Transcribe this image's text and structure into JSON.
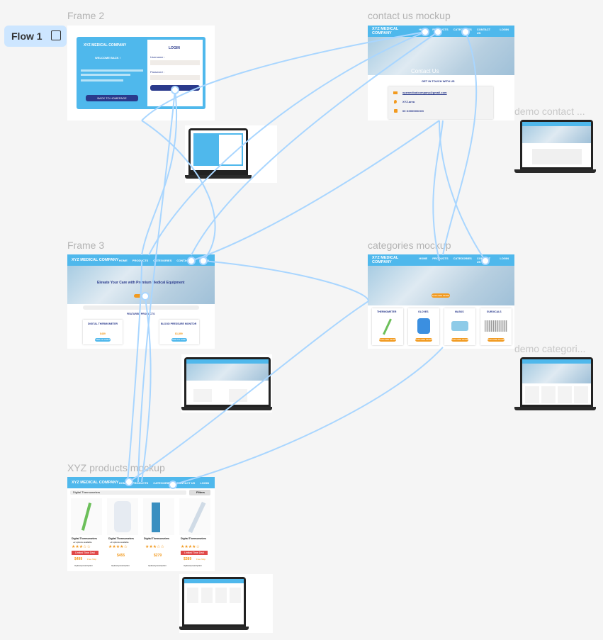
{
  "flow": {
    "label": "Flow 1"
  },
  "frames": {
    "frame2": {
      "label": "Frame 2",
      "company": "XYZ MEDICAL COMPANY",
      "welcome": "WELCOME BACK !",
      "login_title": "LOGIN",
      "username_label": "Username :",
      "password_label": "Password :",
      "back_button": "BACK TO HOMEPAGE"
    },
    "contact": {
      "label": "contact us mockup",
      "company": "XYZ MEDICAL COMPANY",
      "nav": [
        "HOME",
        "PRODUCTS",
        "CATEGORIES",
        "CONTACT US",
        "LOGIN"
      ],
      "hero_text": "Contact Us",
      "get_in_touch": "GET IN TOUCH WITH US",
      "email": "xyzmedicalcompany@gmail.com",
      "address": "XYZ.area",
      "phone": "00 XX00000XXX"
    },
    "demo_contact": {
      "label": "demo contact ..."
    },
    "frame3": {
      "label": "Frame 3",
      "company": "XYZ MEDICAL COMPANY",
      "nav": [
        "HOME",
        "PRODUCTS",
        "CATEGORIES",
        "CONTACT US",
        "LOGIN"
      ],
      "hero_title": "Elevate Your Care with Premium Medical Equipment",
      "featured": "FEATURED PRODUCTS",
      "products": [
        "DIGITAL THERMOMETER",
        "BLOOD PRESSURE MONITOR"
      ],
      "prices": [
        "$489",
        "$1,899"
      ],
      "add_to_cart": "ADD TO CART"
    },
    "categories": {
      "label": "categories mockup",
      "company": "XYZ MEDICAL COMPANY",
      "nav": [
        "HOME",
        "PRODUCTS",
        "CATEGORIES",
        "CONTACT US",
        "LOGIN"
      ],
      "items": [
        "THERMOMETER",
        "GLOVES",
        "MASKS",
        "SURGICALS"
      ],
      "explore": "EXPLORE MORE"
    },
    "demo_categories": {
      "label": "demo categori..."
    },
    "products": {
      "label": "XYZ products mockup",
      "company": "XYZ MEDICAL COMPANY",
      "nav": [
        "HOME",
        "PRODUCTS",
        "CATEGORIES",
        "CONTACT US",
        "LOGIN"
      ],
      "search": "Digital Thermometers",
      "filters": "Filters",
      "items": [
        {
          "name": "Digital Thermometers",
          "options": "+2 options available",
          "badge": "Limited Time Deal",
          "price": "$499",
          "sub": "Free Ship",
          "note": "Upload prescription"
        },
        {
          "name": "Digital Thermometers",
          "options": "+3 options available",
          "badge": "",
          "price": "$455",
          "sub": "",
          "note": "Upload prescription"
        },
        {
          "name": "Digital Thermometers",
          "options": "",
          "badge": "",
          "price": "$279",
          "sub": "",
          "note": "Upload prescription"
        },
        {
          "name": "Digital Thermometers",
          "options": "",
          "badge": "Limited Time Deal",
          "price": "$389",
          "sub": "Free Ship",
          "note": "Upload prescription"
        }
      ]
    }
  },
  "colors": {
    "nav": "#4fb8ec",
    "accent": "#f29a1f",
    "navy": "#2a3a8c",
    "connector": "#a9d6ff"
  }
}
